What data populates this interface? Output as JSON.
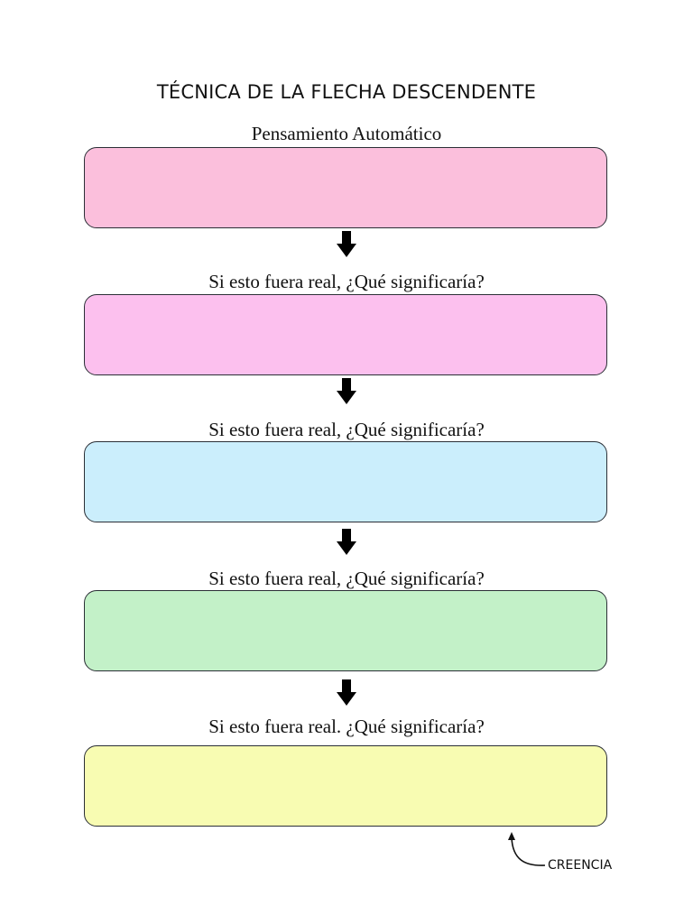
{
  "title": "TÉCNICA DE LA FLECHA DESCENDENTE",
  "steps": [
    {
      "label": "Pensamiento Automático",
      "color": "#fbbfdc"
    },
    {
      "label": "Si esto fuera real, ¿Qué significaría?",
      "color": "#fcc0ee"
    },
    {
      "label": "Si esto fuera real, ¿Qué significaría?",
      "color": "#cbeefc"
    },
    {
      "label": "Si esto fuera real, ¿Qué significaría?",
      "color": "#c3f1c8"
    },
    {
      "label": "Si esto fuera real. ¿Qué significaría?",
      "color": "#f8fcb2"
    }
  ],
  "annotation": {
    "label": "CREENCIA"
  },
  "icons": {
    "down_arrow": "arrow-down-icon",
    "pointer": "curved-arrow-icon"
  }
}
